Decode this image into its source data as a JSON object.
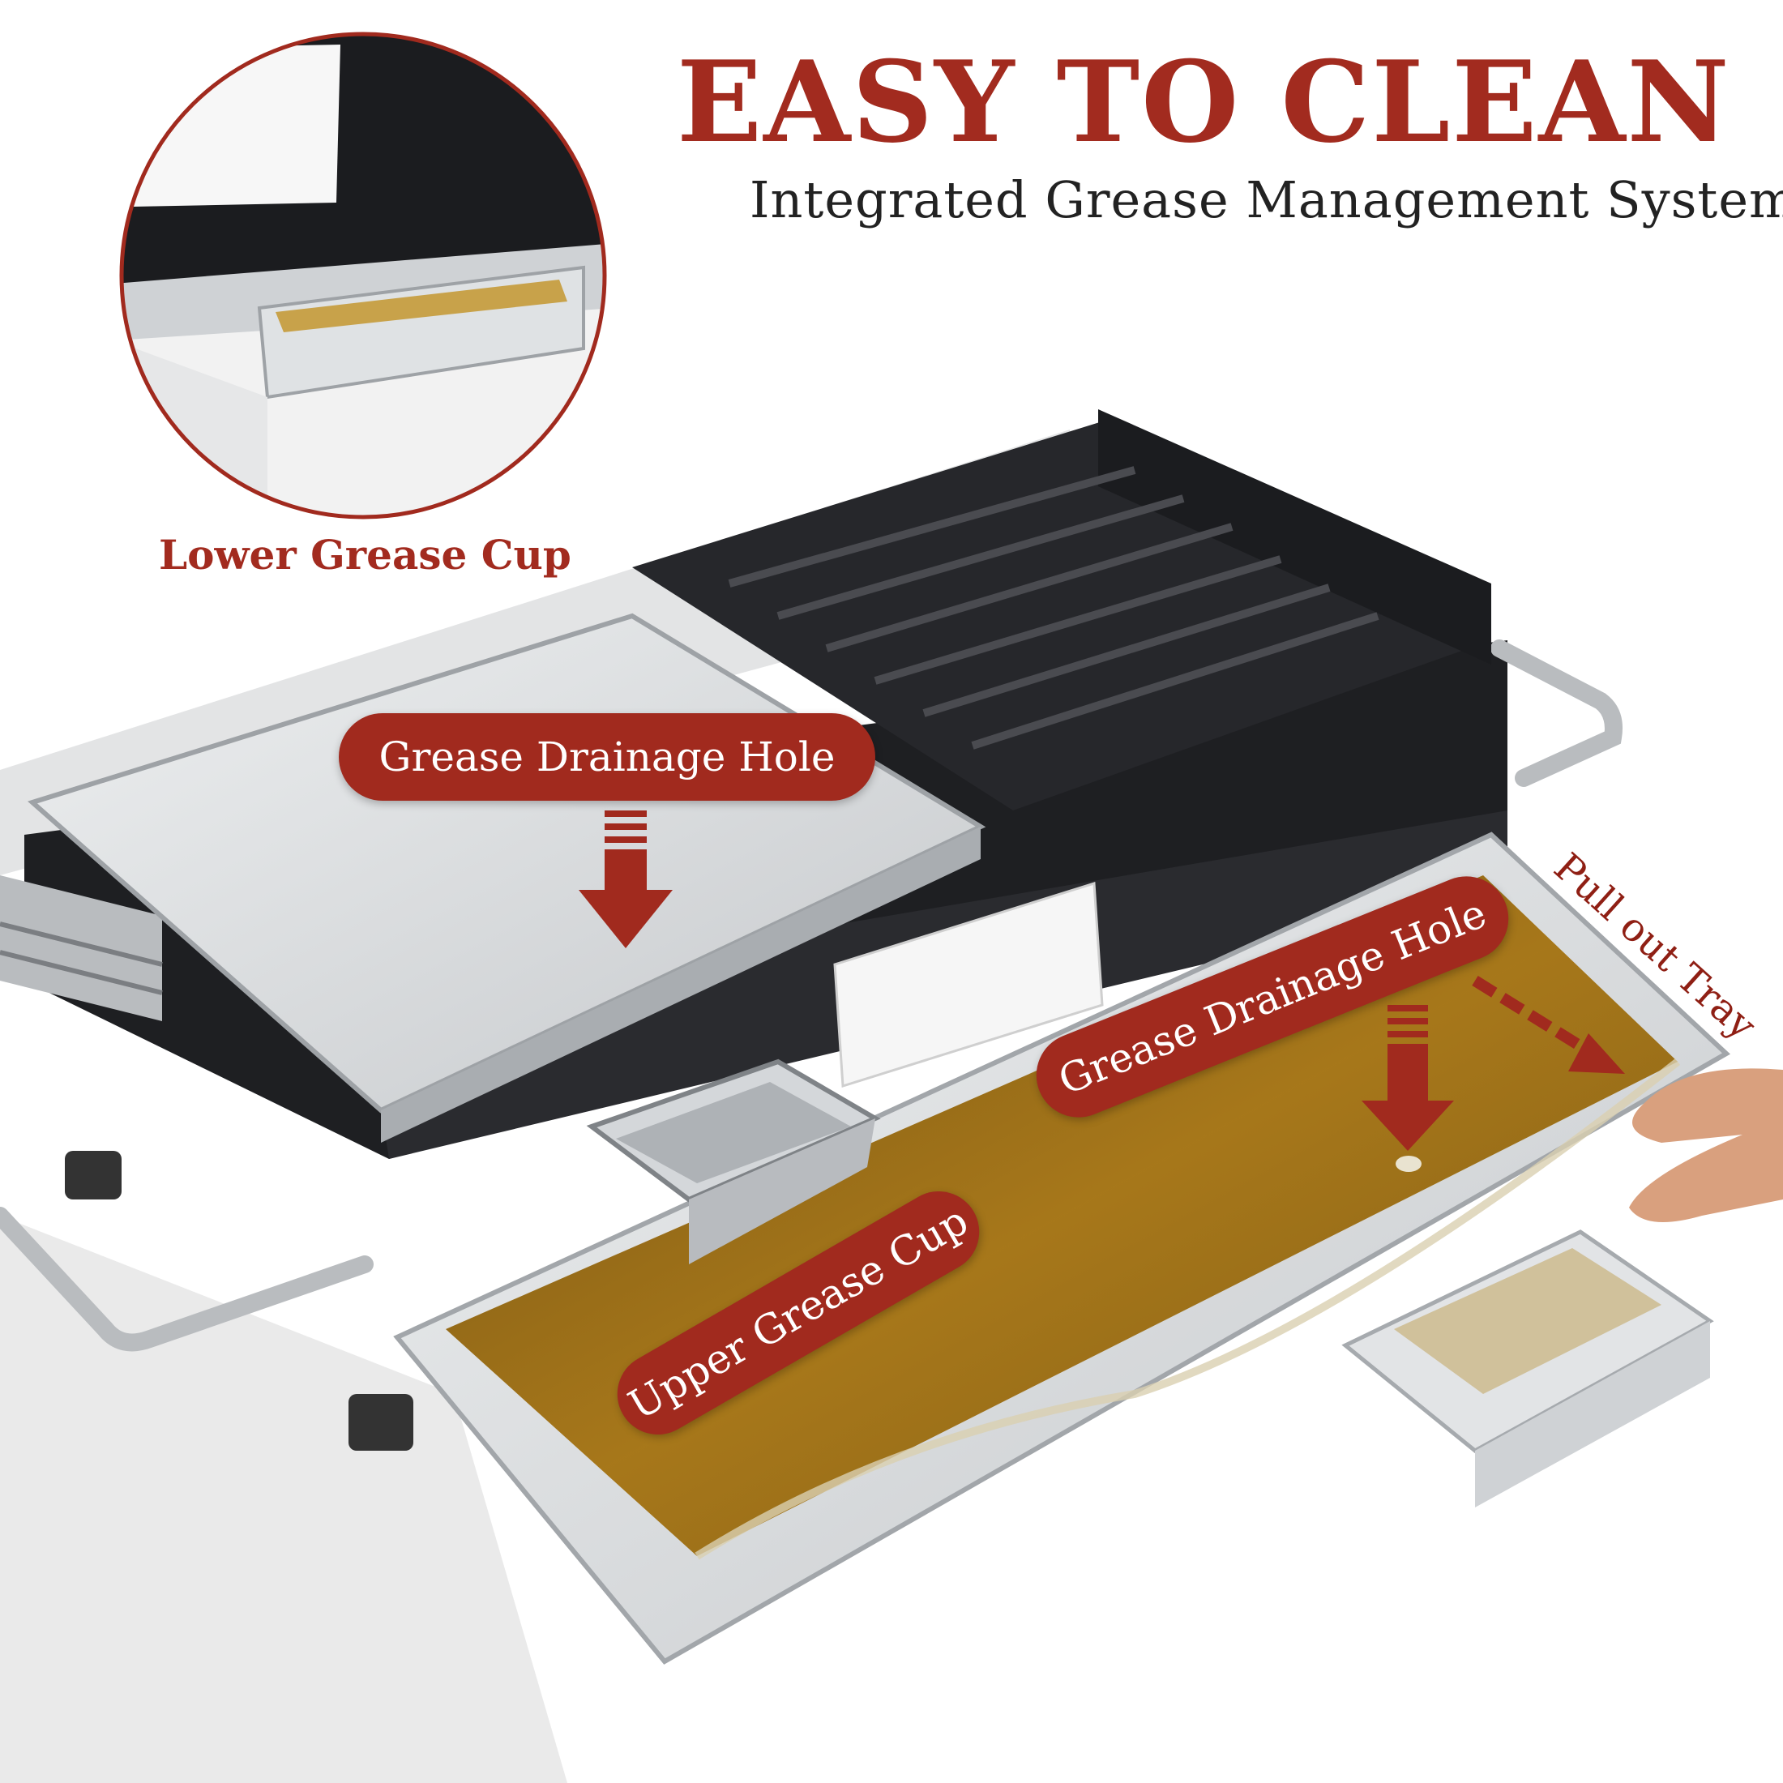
{
  "headline": {
    "title": "EASY TO CLEAN",
    "subtitle": "Integrated Grease Management System"
  },
  "inset": {
    "caption": "Lower Grease Cup"
  },
  "callouts": {
    "drainage_top": "Grease Drainage Hole",
    "drainage_tray": "Grease Drainage Hole",
    "upper_cup": "Upper Grease Cup",
    "pull_out": "Pull out Tray"
  },
  "colors": {
    "brand_red": "#a22b1f",
    "grease": "#9a6a10",
    "steel": "#d7d9db",
    "black_body": "#1e1f22"
  }
}
